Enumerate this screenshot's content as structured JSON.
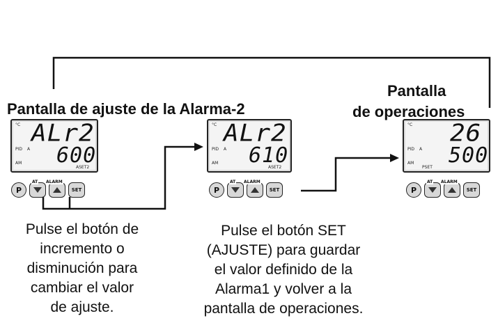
{
  "headings": {
    "left": "Pantalla de ajuste de la Alarma-2",
    "right_line1": "Pantalla",
    "right_line2": "de operaciones"
  },
  "panels": [
    {
      "top_display": "ALr2",
      "bottom_display": "600",
      "unit": "°C",
      "small_labels": [
        "PID",
        "A",
        "AM"
      ],
      "sub_label": "ASET2"
    },
    {
      "top_display": "ALr2",
      "bottom_display": "610",
      "unit": "°C",
      "small_labels": [
        "PID",
        "A",
        "AM"
      ],
      "sub_label": "ASET2"
    },
    {
      "top_display": "26",
      "bottom_display": "500",
      "unit": "°C",
      "small_labels": [
        "PID",
        "A",
        "AM"
      ],
      "sub_label": "PSET"
    }
  ],
  "buttons": {
    "p": "P",
    "set": "SET",
    "down_tag": "AT",
    "up_tag": "ALARM"
  },
  "captions": {
    "left": [
      "Pulse el botón de",
      "incremento o",
      "disminución para",
      "cambiar el valor",
      "de ajuste."
    ],
    "middle": [
      "Pulse el botón SET",
      "(AJUSTE) para guardar",
      "el valor definido de la",
      "Alarma1 y volver a la",
      "pantalla de operaciones."
    ]
  },
  "colors": {
    "lcd_bg": "#f4f4f4",
    "button_fill": "#d8d8d8",
    "line": "#111111"
  }
}
